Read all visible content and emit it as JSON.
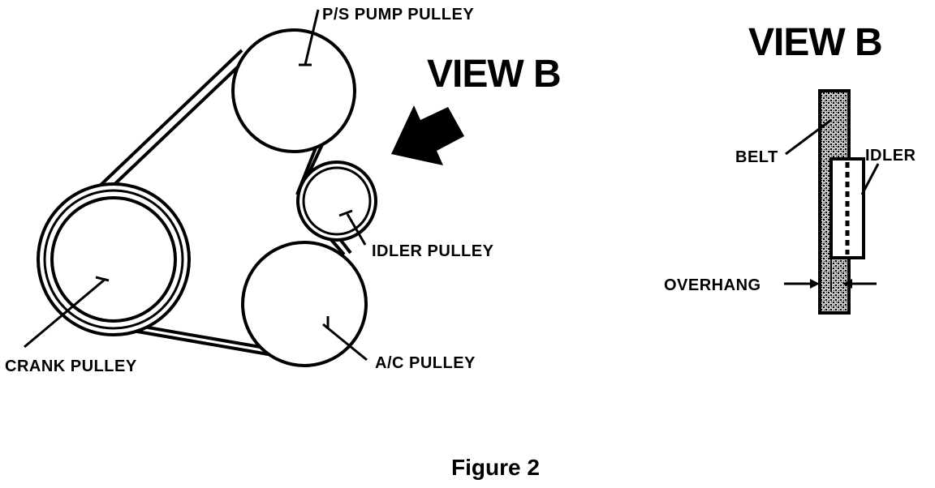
{
  "labels": {
    "ps_pump_pulley": "P/S PUMP PULLEY",
    "idler_pulley": "IDLER PULLEY",
    "crank_pulley": "CRANK PULLEY",
    "ac_pulley": "A/C PULLEY",
    "view_b_main": "VIEW B",
    "view_b_detail": "VIEW B",
    "belt": "BELT",
    "idler": "IDLER",
    "overhang": "OVERHANG"
  },
  "caption": "Figure 2",
  "colors": {
    "ink": "#000000",
    "background": "#ffffff",
    "belt_fill": "#b0b0b0"
  }
}
